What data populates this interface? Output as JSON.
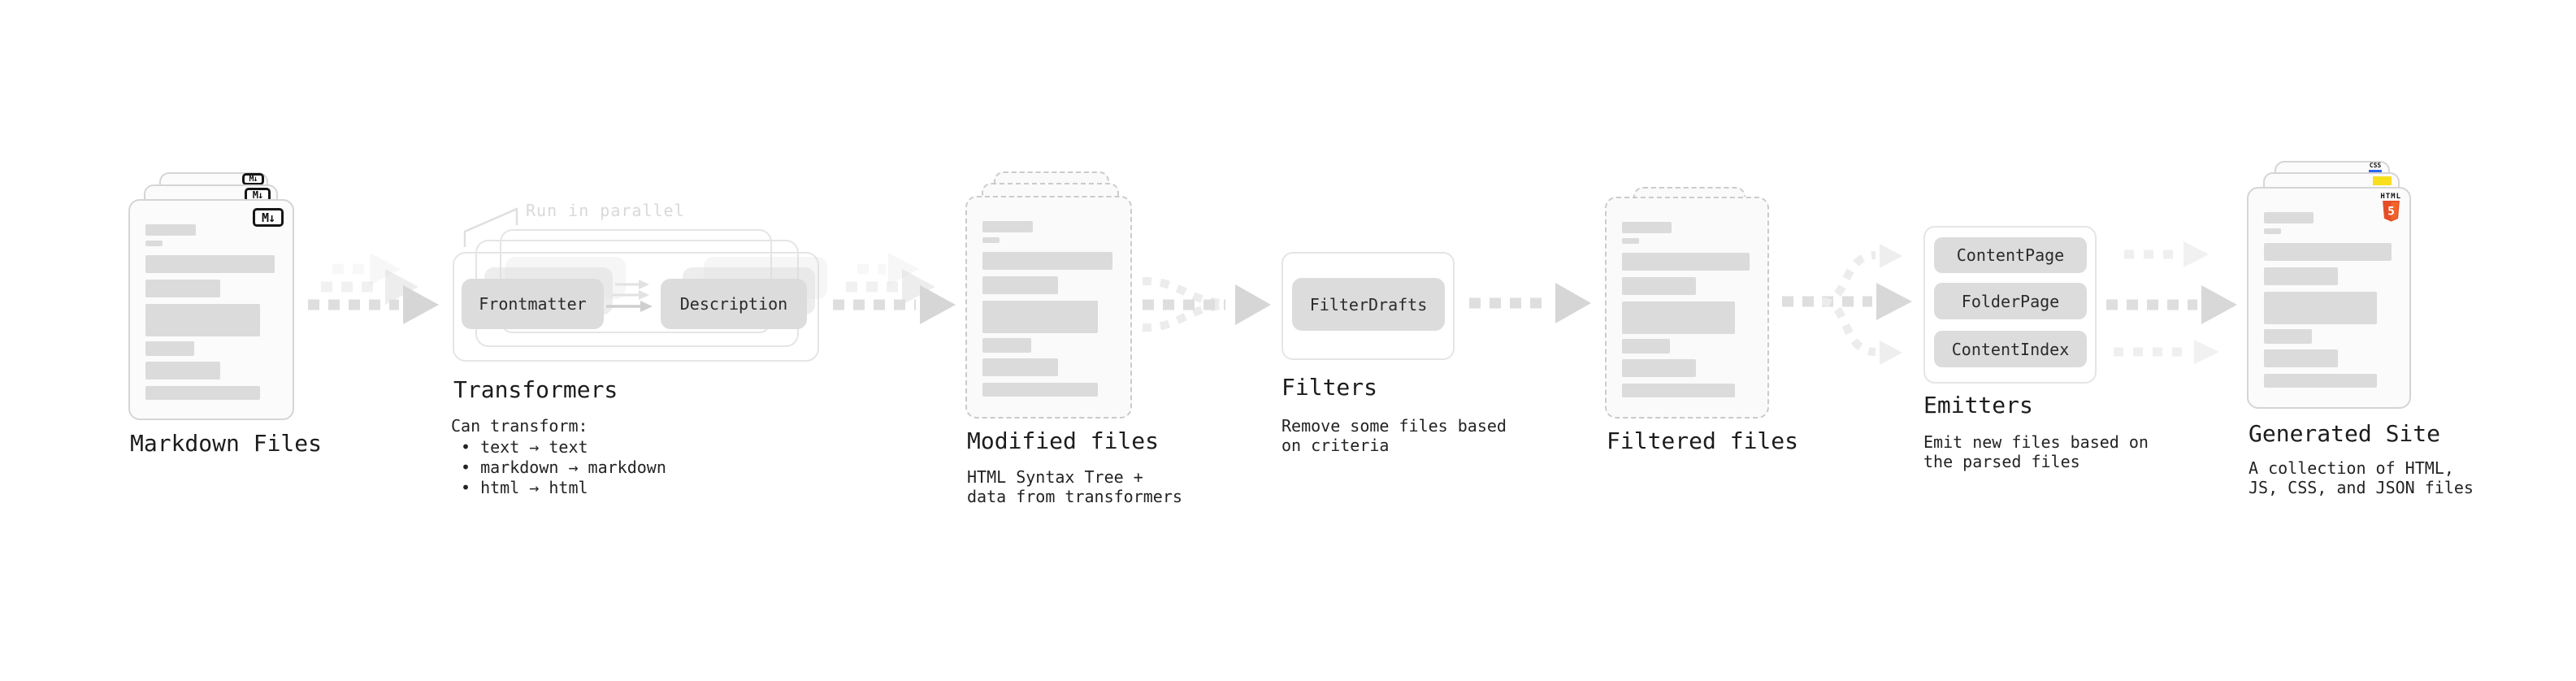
{
  "diagram": {
    "stages": {
      "markdown": {
        "title": "Markdown Files",
        "file_icon": "M↓"
      },
      "transformers": {
        "title": "Transformers",
        "note": "Run in parallel",
        "box1": "Frontmatter",
        "box2": "Description",
        "caption": "Can transform:",
        "transforms": [
          "• text → text",
          "• markdown → markdown",
          "• html → html"
        ]
      },
      "modified": {
        "title": "Modified files",
        "caption_lines": [
          "HTML Syntax Tree +",
          "data from transformers"
        ]
      },
      "filters": {
        "title": "Filters",
        "box1": "FilterDrafts",
        "caption_lines": [
          "Remove some files based",
          "on criteria"
        ]
      },
      "filtered": {
        "title": "Filtered files"
      },
      "emitters": {
        "title": "Emitters",
        "box1": "ContentPage",
        "box2": "FolderPage",
        "box3": "ContentIndex",
        "caption_lines": [
          "Emit new files based on",
          "the parsed files"
        ]
      },
      "generated": {
        "title": "Generated Site",
        "caption_lines": [
          "A collection of HTML,",
          "JS, CSS, and JSON files"
        ],
        "css_icon_label": "CSS",
        "html5_icon_label": "HTML",
        "html5_icon_number": "5"
      }
    },
    "colors": {
      "doc_border": "#d5d5d5",
      "doc_fill": "#fbfbfb",
      "dashed_doc_border": "#cbcbcb",
      "skeleton_bar": "#dbdbdb",
      "box_fill": "#dcdcdc",
      "box_text": "#2b2b2b",
      "outline_border": "#e5e5e5",
      "arrow_dash": "#dedede",
      "arrow_head": "#d6d6d6",
      "arrow_light": "#efefef",
      "note_text": "#d9d9d9",
      "title_text": "#1c1c1c",
      "js_yellow": "#f7df1e",
      "css_blue": "#2965f1",
      "html5_orange": "#e44d26",
      "html5_orange_light": "#f16529"
    }
  }
}
